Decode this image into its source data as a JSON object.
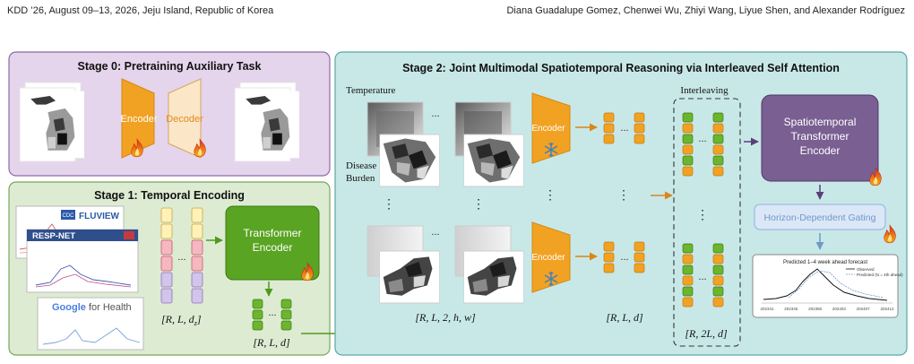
{
  "header": {
    "left": "KDD ’26, August 09–13, 2026, Jeju Island, Republic of Korea",
    "right": "Diana Guadalupe Gomez, Chenwei Wu, Zhiyi Wang, Liyue Shen, and Alexander Rodríguez"
  },
  "stage0": {
    "title": "Stage 0: Pretraining Auxiliary Task",
    "encoder": "Encoder",
    "decoder": "Decoder"
  },
  "stage1": {
    "title": "Stage 1: Temporal Encoding",
    "transformer_l1": "Transformer",
    "transformer_l2": "Encoder",
    "shape_in": "[R, L, d",
    "shape_in_sub": "z",
    "shape_out": "[R, L, d]",
    "dots": "...",
    "fluview_badge": "CDC",
    "fluview": "FLUVIEW",
    "respnet": "RESP-NET",
    "google": "Google",
    "google_suffix": " for Health"
  },
  "stage2": {
    "title": "Stage 2: Joint Multimodal Spatiotemporal Reasoning via Interleaved Self Attention",
    "temperature": "Temperature",
    "disease_l1": "Disease",
    "disease_l2": "Burden",
    "encoder": "Encoder",
    "interleaving": "Interleaving",
    "st_l1": "Spatiotemporal",
    "st_l2": "Transformer",
    "st_l3": "Encoder",
    "gating": "Horizon-Dependent Gating",
    "shape_maps": "[R, L, 2, h, w]",
    "shape_enc": "[R, L, d]",
    "shape_inter": "[R, 2L, d]",
    "dots": "...",
    "vdots": "⋮",
    "forecast_title": "Predicted 1–4 week ahead forecast",
    "legend_observed": "Observed",
    "legend_predicted": "Predicted (N = 4th ahead)",
    "ticks": [
      "202341",
      "202345",
      "202350",
      "202403",
      "202407",
      "202412"
    ]
  }
}
